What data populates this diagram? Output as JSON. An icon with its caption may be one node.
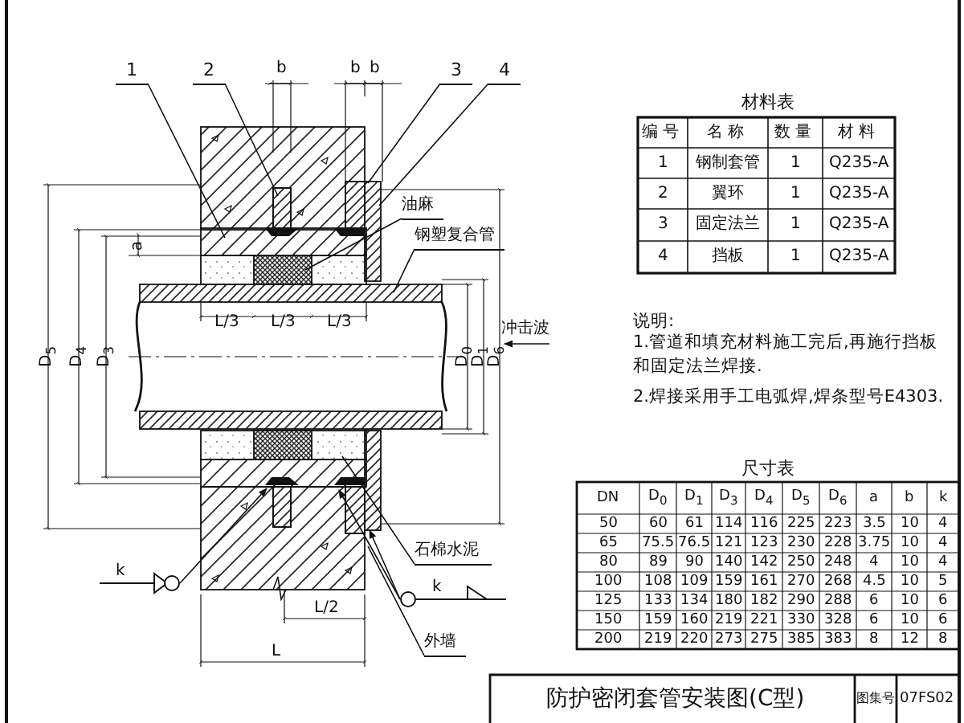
{
  "diagram": {
    "title": "防护密闭套管安装图(C型)",
    "nodes": [
      {
        "text": [
          "1"
        ]
      },
      {
        "text": [
          "2"
        ]
      },
      {
        "text": [
          "3"
        ]
      },
      {
        "text": [
          "4"
        ]
      },
      {
        "text": [
          "油麻"
        ]
      },
      {
        "text": [
          "钢塑复合管"
        ]
      },
      {
        "text": [
          "石棉水泥"
        ]
      },
      {
        "text": [
          "外墙"
        ]
      },
      {
        "text": [
          "k"
        ]
      },
      {
        "text": [
          "k"
        ]
      }
    ],
    "edges": [
      {
        "from": 0,
        "to": null,
        "arrow": "none"
      },
      {
        "from": 1,
        "to": null,
        "arrow": "none"
      },
      {
        "from": 2,
        "to": null,
        "arrow": "none"
      },
      {
        "from": 3,
        "to": null,
        "arrow": "none"
      },
      {
        "from": 4,
        "to": null,
        "arrow": "none"
      },
      {
        "from": 5,
        "to": null,
        "arrow": "none"
      },
      {
        "from": 6,
        "to": null,
        "arrow": "none"
      },
      {
        "from": 7,
        "to": null,
        "arrow": "none"
      },
      {
        "from": 8,
        "to": null,
        "arrow": "to"
      },
      {
        "from": 9,
        "to": null,
        "arrow": "to"
      },
      {
        "from": 9,
        "to": null,
        "arrow": "to"
      }
    ],
    "labels": [
      "b",
      "b",
      "b",
      "a",
      "L/3",
      "L/3",
      "L/3",
      "D$_{5}$",
      "D$_{4}$",
      "D$_{3}$",
      "D$_{0}$",
      "D$_{1}$",
      "D$_{6}$",
      "冲击波",
      "L/2",
      "L",
      "材料表",
      "编号",
      "名称",
      "数量",
      "材料",
      "1",
      "钢制套管",
      "1",
      "Q235-A",
      "2",
      "翼环",
      "1",
      "Q235-A",
      "3",
      "固定法兰",
      "1",
      "Q235-A",
      "4",
      "挡板",
      "1",
      "Q235-A",
      "说明:",
      "1.管道和填充材料施工完后,再施行挡板和固定法兰焊接.",
      "2.焊接采用手工电弧焊,焊条型号E4303.",
      "尺寸表",
      "DN",
      "D$_{0}$",
      "D$_{1}$",
      "D$_{3}$",
      "D$_{4}$",
      "D$_{5}$",
      "D$_{6}$",
      "a",
      "b",
      "k",
      "50",
      "60",
      "61",
      "114",
      "116",
      "225",
      "223",
      "3.5",
      "10",
      "4",
      "65",
      "75.5",
      "76.5",
      "121",
      "123",
      "230",
      "228",
      "3.75",
      "10",
      "4",
      "80",
      "89",
      "90",
      "140",
      "142",
      "250",
      "248",
      "4",
      "10",
      "4",
      "100",
      "108",
      "109",
      "159",
      "161",
      "270",
      "268",
      "4.5",
      "10",
      "5",
      "125",
      "133",
      "134",
      "180",
      "182",
      "290",
      "288",
      "6",
      "10",
      "6",
      "150",
      "159",
      "160",
      "219",
      "221",
      "330",
      "328",
      "6",
      "10",
      "6",
      "200",
      "219",
      "220",
      "273",
      "275",
      "385",
      "383",
      "8",
      "12",
      "8",
      "图集号",
      "07FS02"
    ]
  }
}
